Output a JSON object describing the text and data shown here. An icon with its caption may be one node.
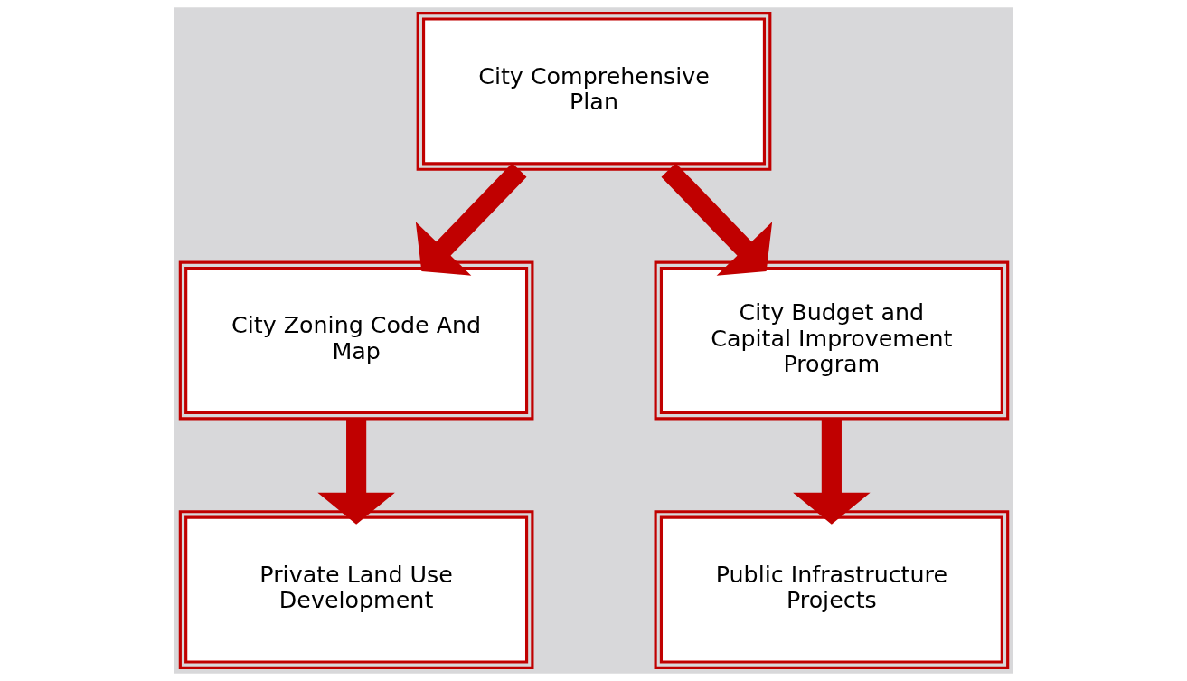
{
  "diagram": {
    "nodes": [
      {
        "text": [
          "City Comprehensive Plan"
        ]
      },
      {
        "text": [
          "City Zoning Code And Map"
        ]
      },
      {
        "text": [
          "City Budget and Capital Improvement Program"
        ]
      },
      {
        "text": [
          "Private Land Use Development"
        ]
      },
      {
        "text": [
          "Public Infrastructure Projects"
        ]
      }
    ],
    "edges": [
      {
        "from": 0,
        "to": 1,
        "arrow": "to"
      },
      {
        "from": 0,
        "to": 2,
        "arrow": "to"
      },
      {
        "from": 1,
        "to": 3,
        "arrow": "to"
      },
      {
        "from": 2,
        "to": 4,
        "arrow": "to"
      }
    ]
  }
}
